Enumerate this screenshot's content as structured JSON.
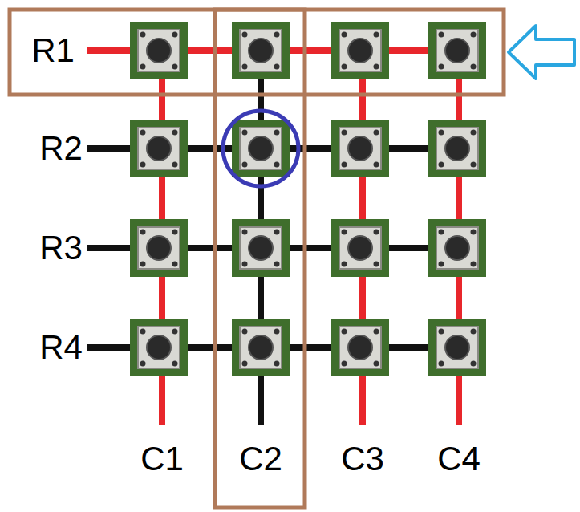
{
  "diagram": {
    "labels": [
      "R1",
      "R2",
      "R3",
      "R4",
      "C1",
      "C2",
      "C3",
      "C4"
    ]
  }
}
